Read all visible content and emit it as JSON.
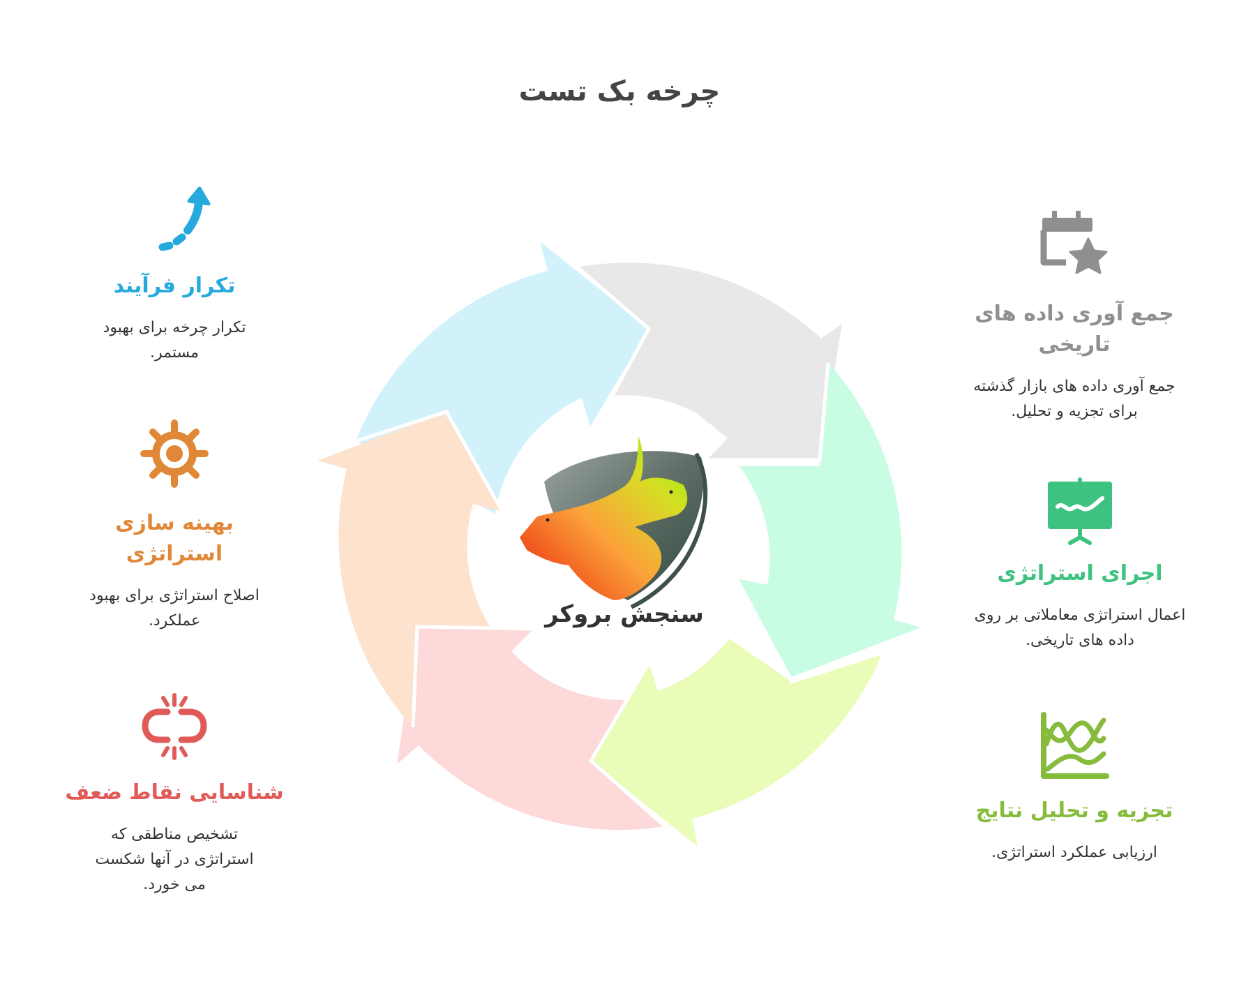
{
  "title": "چرخه بک تست",
  "center_logo": {
    "brand_text": "سنجش بروکر"
  },
  "colors": {
    "title": "#444444",
    "gray": "#8f8f8f",
    "green": "#3ec27f",
    "lime": "#86bb3c",
    "red": "#e05b58",
    "orange": "#e08838",
    "blue": "#26a9dc",
    "arrow_gray": "#e8e8e8",
    "arrow_mint": "#c8fce3",
    "arrow_lime": "#e9fcb8",
    "arrow_pink": "#fdd9d9",
    "arrow_peach": "#fde2cd",
    "arrow_blue": "#d2f2fb"
  },
  "steps": [
    {
      "id": "collect-data",
      "icon": "calendar-star-icon",
      "heading": "جمع آوری داده های تاریخی",
      "description": "جمع آوری داده های بازار گذشته برای تجزیه و تحلیل."
    },
    {
      "id": "execute-strategy",
      "icon": "presentation-chart-icon",
      "heading": "اجرای استراتژی",
      "description": "اعمال استراتژی معاملاتی بر روی داده های تاریخی."
    },
    {
      "id": "analyze-results",
      "icon": "line-chart-icon",
      "heading": "تجزیه و تحلیل نتایج",
      "description": "ارزیابی عملکرد استراتژی."
    },
    {
      "id": "identify-weaknesses",
      "icon": "broken-link-icon",
      "heading": "شناسایی نقاط ضعف",
      "description": "تشخیص مناطقی که استراتژی در آنها شکست می خورد."
    },
    {
      "id": "optimize-strategy",
      "icon": "gear-icon",
      "heading": "بهینه سازی استراتژی",
      "description": "اصلاح استراتژی برای بهبود عملکرد."
    },
    {
      "id": "repeat-process",
      "icon": "curved-arrow-up-icon",
      "heading": "تکرار فرآیند",
      "description": "تکرار چرخه برای بهبود مستمر."
    }
  ]
}
